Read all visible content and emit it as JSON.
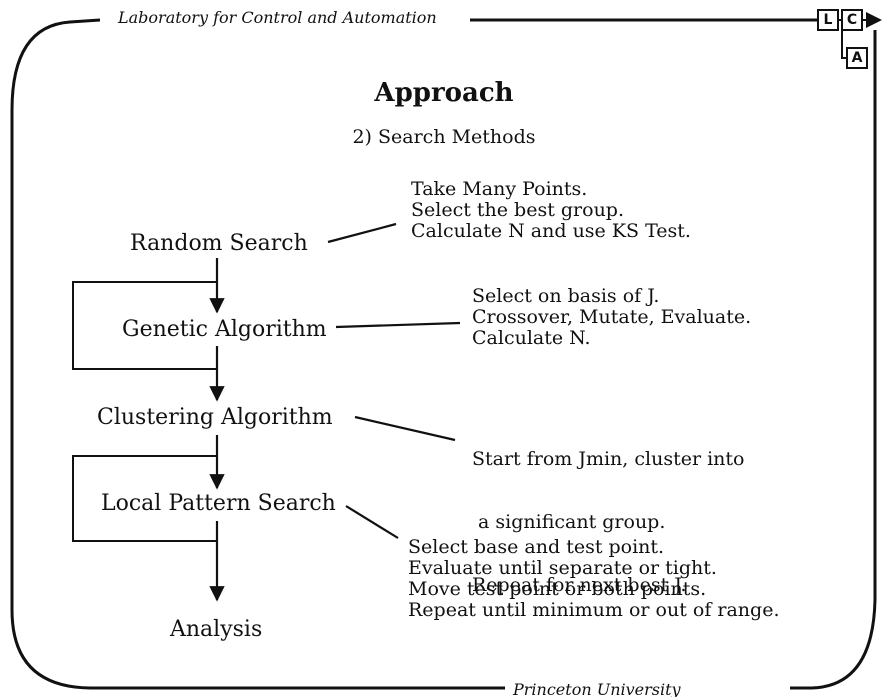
{
  "header": {
    "organization": "Laboratory for Control and Automation"
  },
  "logo": {
    "letters": [
      "L",
      "C",
      "A"
    ]
  },
  "slide": {
    "title": "Approach",
    "subtitle": "2) Search Methods"
  },
  "flow": {
    "nodes": [
      {
        "label": "Random Search"
      },
      {
        "label": "Genetic Algorithm"
      },
      {
        "label": "Clustering Algorithm"
      },
      {
        "label": "Local Pattern Search"
      },
      {
        "label": "Analysis"
      }
    ],
    "notes": [
      {
        "lines": [
          "Take Many Points.",
          "Select the best group.",
          "Calculate N and use KS Test."
        ]
      },
      {
        "lines": [
          "Select on basis of J.",
          "Crossover, Mutate, Evaluate.",
          "Calculate N."
        ]
      },
      {
        "lines": [
          "Start from Jmin, cluster into",
          " a significant group.",
          "Repeat for next best J."
        ]
      },
      {
        "lines": [
          "Select base and test point.",
          "Evaluate until separate or tight.",
          "Move test point or both points.",
          "Repeat until minimum or out of range."
        ]
      }
    ]
  },
  "footer": {
    "institution": "Princeton University"
  }
}
